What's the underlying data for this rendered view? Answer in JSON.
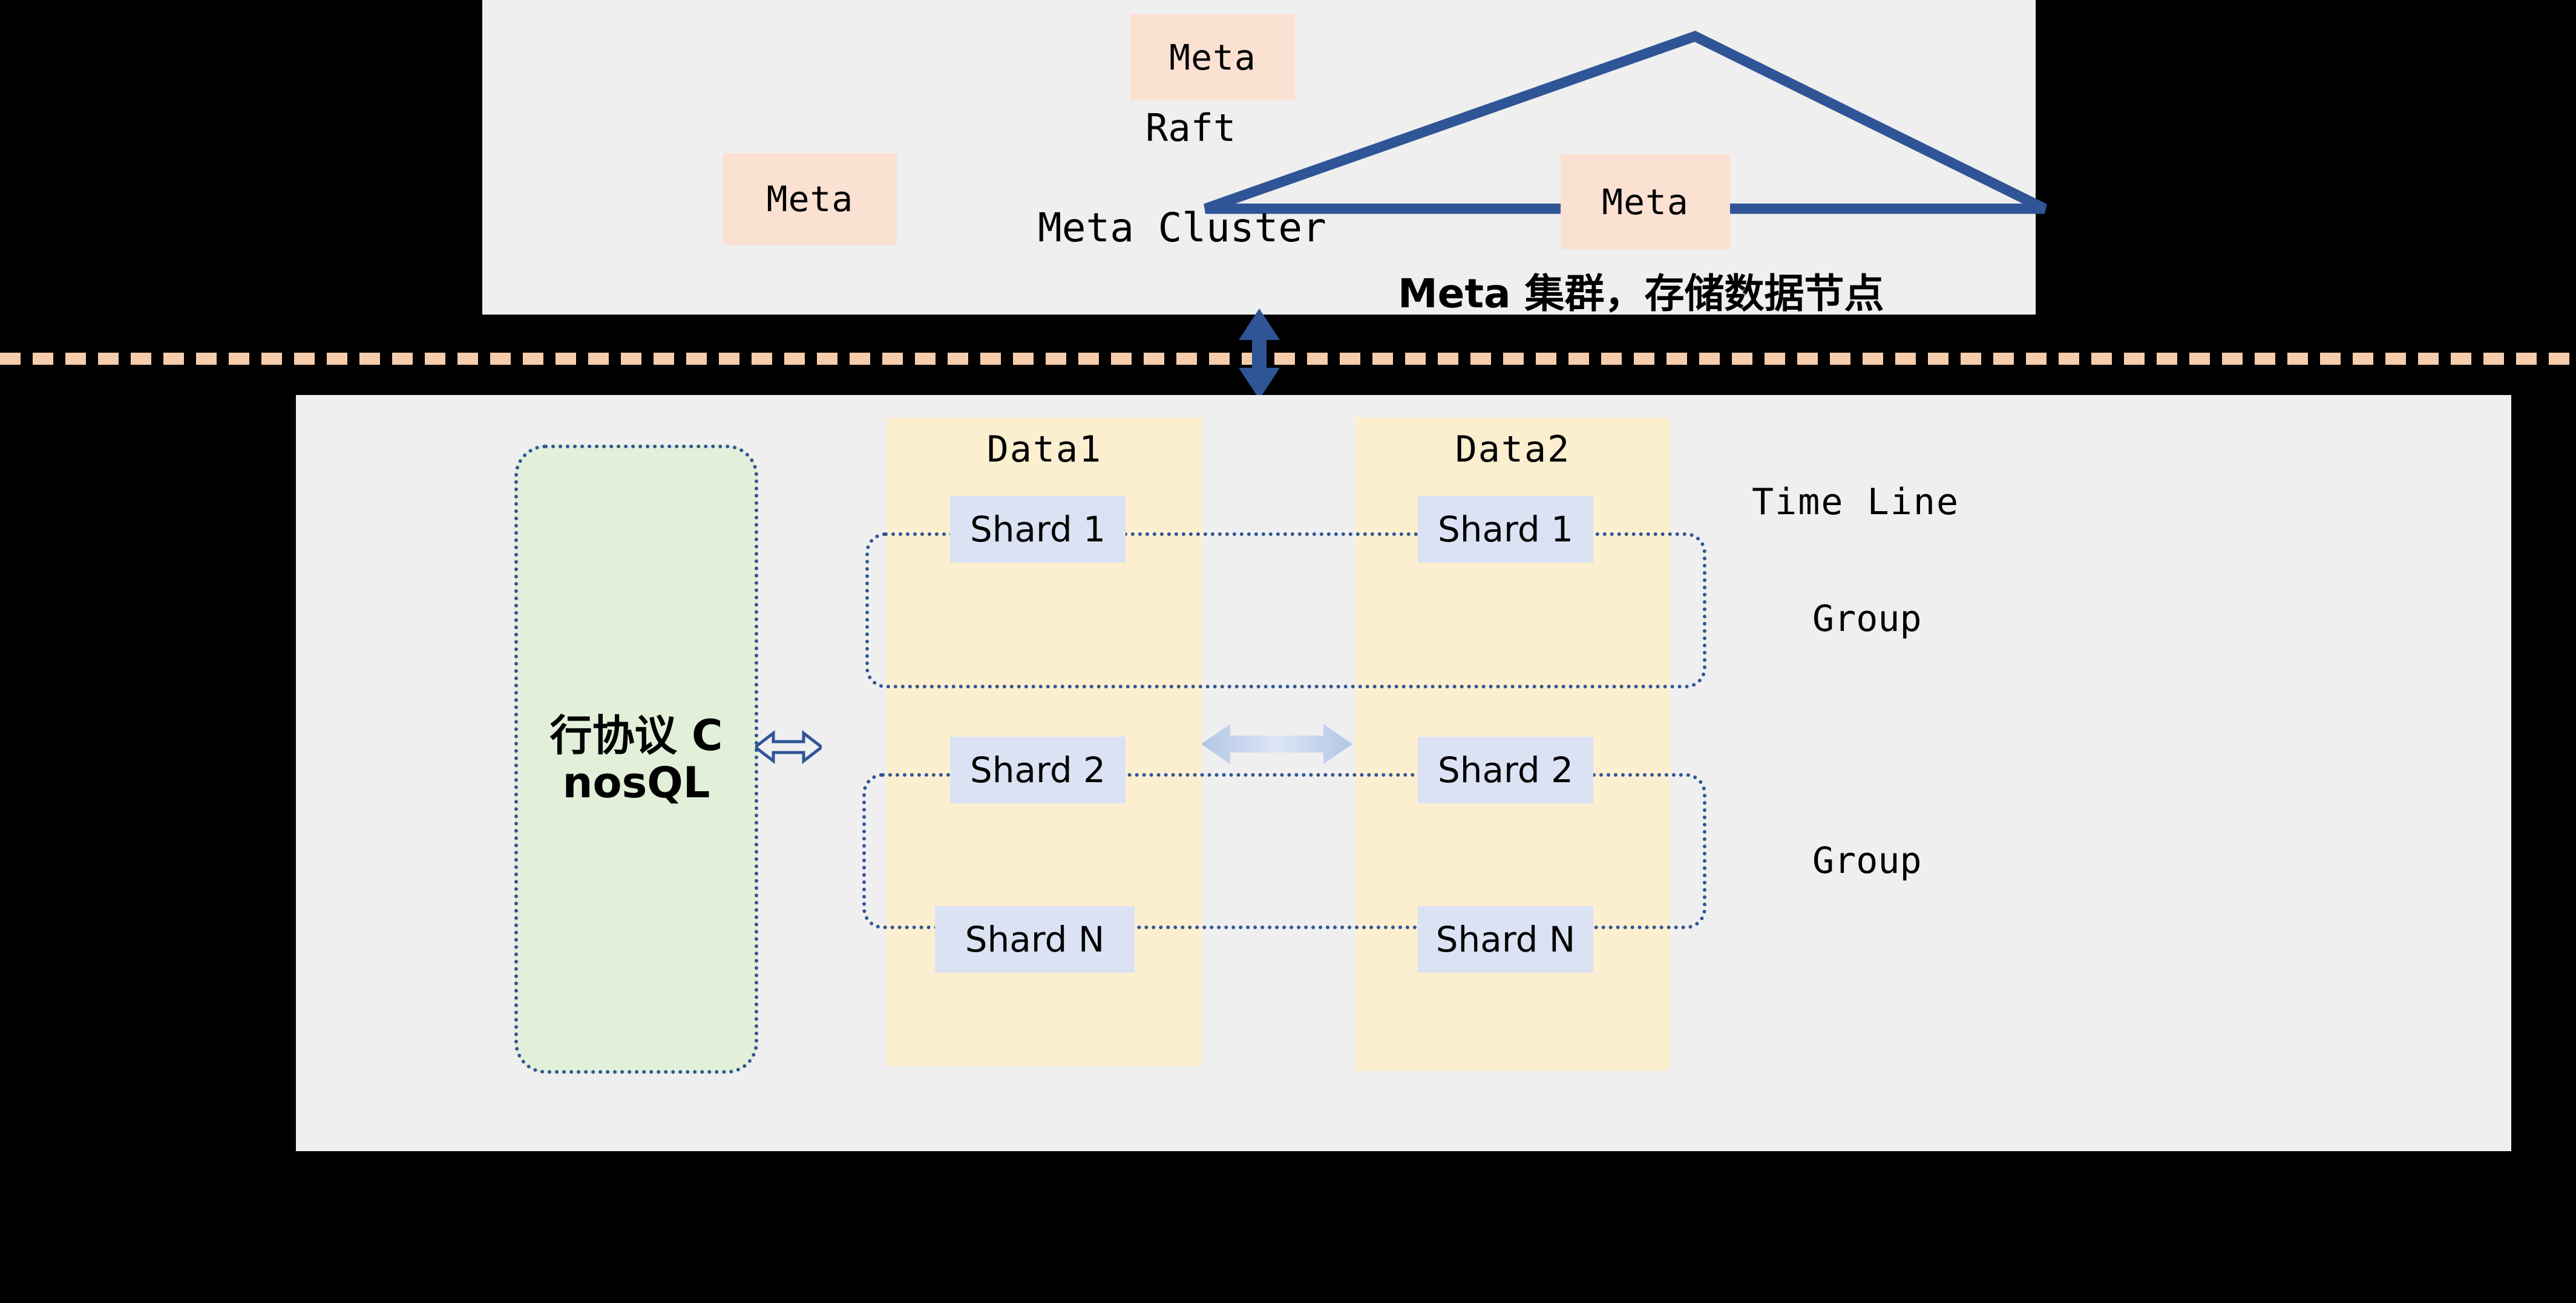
{
  "meta_plane": {
    "nodes": [
      {
        "label": "Meta",
        "position": "top"
      },
      {
        "label": "Meta",
        "position": "left"
      },
      {
        "label": "Meta",
        "position": "right"
      }
    ],
    "protocol_label": "Raft",
    "cluster_label": "Meta Cluster",
    "caption": "Meta 集群，存储数据节点",
    "panel_color": "#EFEFEF",
    "node_color": "#FBE1D2",
    "line_color": "#2F5597"
  },
  "divider": {
    "style": "dashed",
    "color": "#F6CCAB"
  },
  "vertical_link": {
    "name": "meta-data-bidirectional-link",
    "color": "#2F5597"
  },
  "data_plane": {
    "panel_color": "#EFEFEF",
    "query_engine": {
      "label": "行协议 CnosQL",
      "fill": "#E2EFD9",
      "border": "#2F5597"
    },
    "engine_link": {
      "color": "#2F5597"
    },
    "columns": [
      {
        "title": "Data1",
        "fill": "#FCEFD0",
        "shards": [
          "Shard 1",
          "Shard 2",
          "Shard N"
        ]
      },
      {
        "title": "Data2",
        "fill": "#FCEFD0",
        "shards": [
          "Shard 1",
          "Shard 2",
          "Shard N"
        ]
      }
    ],
    "shard_color": "#DAE2F4",
    "replication_arrow": {
      "color": "#BACCEA"
    },
    "side_labels": {
      "timeline": "Time Line",
      "group_1": "Group",
      "group_2": "Group"
    },
    "group_border": "#2F5597"
  }
}
